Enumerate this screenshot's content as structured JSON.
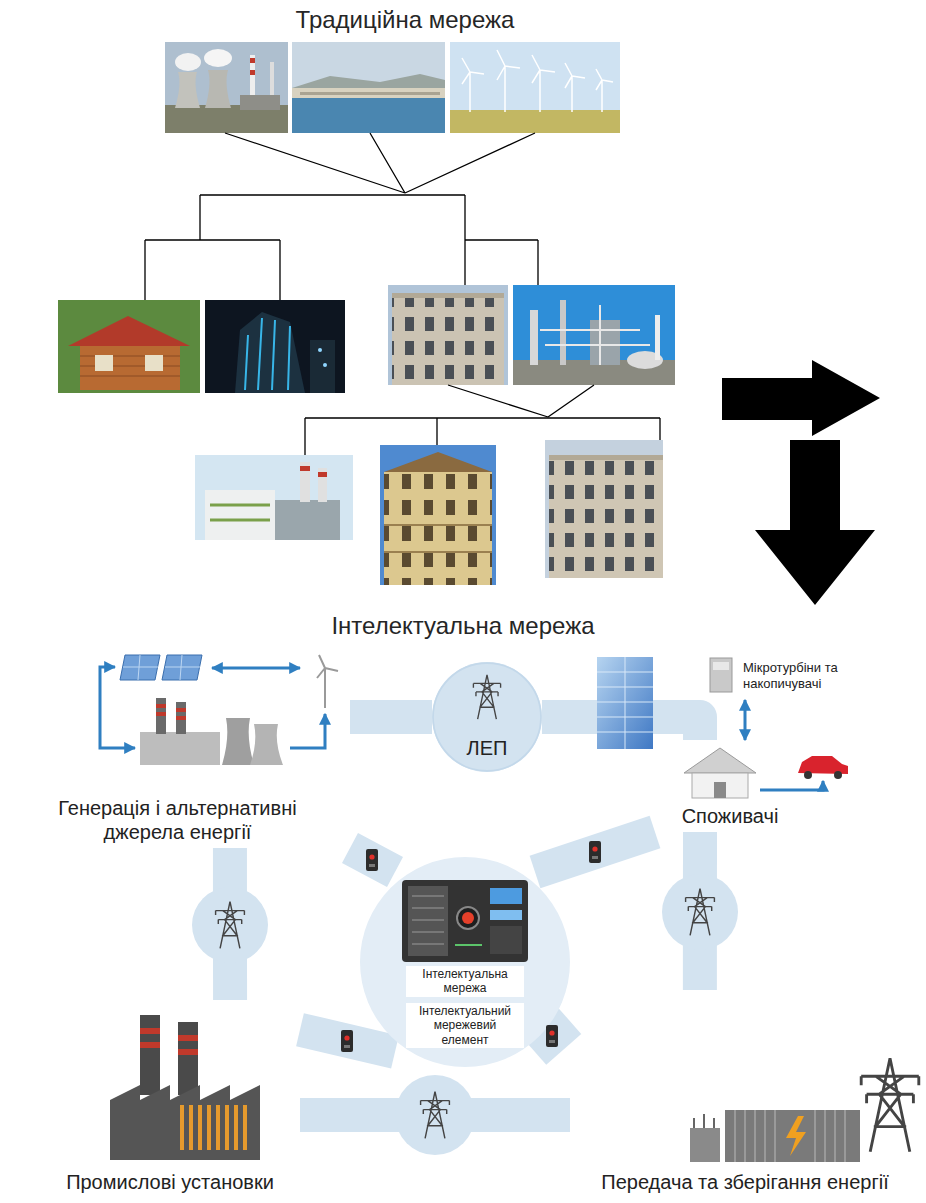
{
  "diagram": {
    "nodes": [
      {
        "text": [
          "Генерація і альтернативні джерела енергії"
        ]
      },
      {
        "text": [
          "ЛЕП"
        ]
      },
      {
        "text": [
          "Мікротурбіни та накопичувачі"
        ]
      },
      {
        "text": [
          "Споживачі"
        ]
      },
      {
        "text": [
          "Інтелектуальна мережа",
          "Інтелектуальний мережевий елемент"
        ]
      },
      {
        "text": [
          "Промислові установки"
        ]
      },
      {
        "text": [
          "Передача та зберігання енергії"
        ]
      }
    ],
    "edges": [
      {
        "from": 0,
        "to": 1,
        "arrow": "none"
      },
      {
        "from": 1,
        "to": 3,
        "arrow": "none"
      },
      {
        "from": 0,
        "to": 5,
        "arrow": "none"
      },
      {
        "from": 3,
        "to": 6,
        "arrow": "none"
      },
      {
        "from": 5,
        "to": 6,
        "arrow": "none"
      },
      {
        "from": 4,
        "to": 0,
        "arrow": "none"
      },
      {
        "from": 4,
        "to": 3,
        "arrow": "none"
      },
      {
        "from": 4,
        "to": 5,
        "arrow": "none"
      },
      {
        "from": 4,
        "to": 6,
        "arrow": "none"
      },
      {
        "from": 2,
        "to": 3,
        "arrow": "both"
      }
    ],
    "labels": [
      "Традиційна мережа",
      "Інтелектуальна мережа"
    ]
  }
}
